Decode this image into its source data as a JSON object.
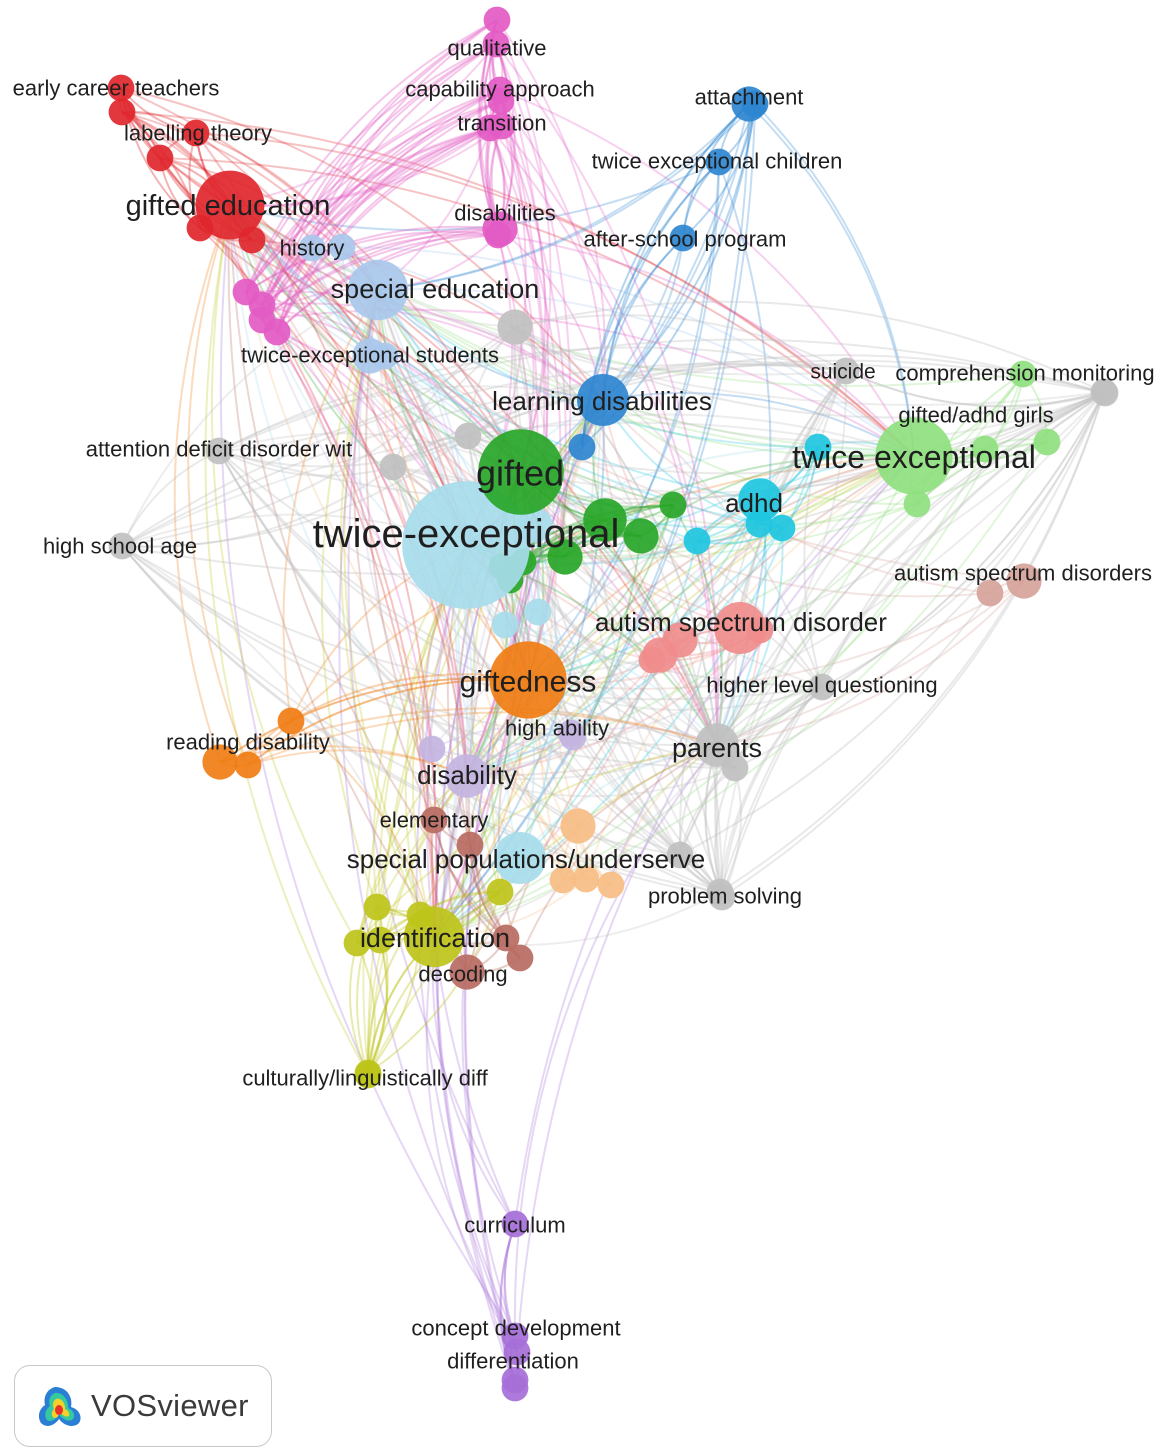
{
  "app": {
    "brand": "VOSviewer",
    "logo_icon": "vosviewer-logo-icon"
  },
  "clusters": {
    "red": "#e0262c",
    "pink": "#e35bc4",
    "blue": "#2e86d0",
    "lightblue": "#a9c8ec",
    "green": "#28a628",
    "lightgreen": "#8fe07f",
    "cyan": "#1ec6e0",
    "skyblue": "#a7dcec",
    "salmon": "#f08c8c",
    "orange": "#f07d14",
    "peach": "#f7bd84",
    "olive": "#bec41a",
    "lavender": "#c3b4e0",
    "brown": "#b86b62",
    "purple": "#a66fd8",
    "gray": "#c0c0c0",
    "rosybrown": "#d6a39a"
  },
  "nodes": [
    {
      "id": "early career teachers",
      "label": "early career teachers",
      "cluster": "red",
      "weight": 2
    },
    {
      "id": "labelling theory",
      "label": "labelling theory",
      "cluster": "red",
      "weight": 2
    },
    {
      "id": "gifted education",
      "label": "gifted education",
      "cluster": "red",
      "weight": 7
    },
    {
      "id": "history",
      "label": "history",
      "cluster": "lightblue",
      "weight": 2
    },
    {
      "id": "special education",
      "label": "special education",
      "cluster": "lightblue",
      "weight": 6
    },
    {
      "id": "twice-exceptional students",
      "label": "twice-exceptional students",
      "cluster": "lightblue",
      "weight": 3
    },
    {
      "id": "qualitative",
      "label": "qualitative",
      "cluster": "pink",
      "weight": 2
    },
    {
      "id": "capability approach",
      "label": "capability approach",
      "cluster": "pink",
      "weight": 2
    },
    {
      "id": "transition",
      "label": "transition",
      "cluster": "pink",
      "weight": 2
    },
    {
      "id": "disabilities",
      "label": "disabilities",
      "cluster": "pink",
      "weight": 3
    },
    {
      "id": "attachment",
      "label": "attachment",
      "cluster": "blue",
      "weight": 3
    },
    {
      "id": "twice exceptional children",
      "label": "twice exceptional children",
      "cluster": "blue",
      "weight": 2
    },
    {
      "id": "after-school program",
      "label": "after-school program",
      "cluster": "blue",
      "weight": 2
    },
    {
      "id": "learning disabilities",
      "label": "learning disabilities",
      "cluster": "blue",
      "weight": 5
    },
    {
      "id": "gifted",
      "label": "gifted",
      "cluster": "green",
      "weight": 9
    },
    {
      "id": "twice-exceptional",
      "label": "twice-exceptional",
      "cluster": "skyblue",
      "weight": 14
    },
    {
      "id": "twice exceptional",
      "label": "twice exceptional",
      "cluster": "lightgreen",
      "weight": 8
    },
    {
      "id": "suicide",
      "label": "suicide",
      "cluster": "gray",
      "weight": 2
    },
    {
      "id": "comprehension monitoring",
      "label": "comprehension monitoring",
      "cluster": "gray",
      "weight": 2
    },
    {
      "id": "gifted/adhd girls",
      "label": "gifted/adhd girls",
      "cluster": "lightgreen",
      "weight": 2
    },
    {
      "id": "adhd",
      "label": "adhd",
      "cluster": "cyan",
      "weight": 4
    },
    {
      "id": "attention deficit disorder wit",
      "label": "attention deficit disorder wit",
      "cluster": "gray",
      "weight": 2
    },
    {
      "id": "high school age",
      "label": "high school age",
      "cluster": "gray",
      "weight": 2
    },
    {
      "id": "autism spectrum disorders",
      "label": "autism spectrum disorders",
      "cluster": "rosybrown",
      "weight": 3
    },
    {
      "id": "autism spectrum disorder",
      "label": "autism spectrum disorder",
      "cluster": "salmon",
      "weight": 5
    },
    {
      "id": "giftedness",
      "label": "giftedness",
      "cluster": "orange",
      "weight": 8
    },
    {
      "id": "higher level questioning",
      "label": "higher level questioning",
      "cluster": "gray",
      "weight": 2
    },
    {
      "id": "high ability",
      "label": "high ability",
      "cluster": "lavender",
      "weight": 2
    },
    {
      "id": "parents",
      "label": "parents",
      "cluster": "gray",
      "weight": 4
    },
    {
      "id": "reading disability",
      "label": "reading disability",
      "cluster": "orange",
      "weight": 3
    },
    {
      "id": "disability",
      "label": "disability",
      "cluster": "lavender",
      "weight": 4
    },
    {
      "id": "elementary",
      "label": "elementary",
      "cluster": "brown",
      "weight": 2
    },
    {
      "id": "special populations/underserve",
      "label": "special populations/underserve",
      "cluster": "skyblue",
      "weight": 5
    },
    {
      "id": "problem solving",
      "label": "problem solving",
      "cluster": "gray",
      "weight": 2
    },
    {
      "id": "identification",
      "label": "identification",
      "cluster": "olive",
      "weight": 6
    },
    {
      "id": "decoding",
      "label": "decoding",
      "cluster": "brown",
      "weight": 3
    },
    {
      "id": "culturally/linguistically diff",
      "label": "culturally/linguistically diff",
      "cluster": "olive",
      "weight": 2
    },
    {
      "id": "curriculum",
      "label": "curriculum",
      "cluster": "purple",
      "weight": 2
    },
    {
      "id": "concept development",
      "label": "concept development",
      "cluster": "purple",
      "weight": 2
    },
    {
      "id": "differentiation",
      "label": "differentiation",
      "cluster": "purple",
      "weight": 2
    }
  ],
  "minor_nodes": [
    {
      "cluster": "red",
      "weight": 2
    },
    {
      "cluster": "red",
      "weight": 2
    },
    {
      "cluster": "red",
      "weight": 2
    },
    {
      "cluster": "red",
      "weight": 2
    },
    {
      "cluster": "pink",
      "weight": 2
    },
    {
      "cluster": "pink",
      "weight": 2
    },
    {
      "cluster": "pink",
      "weight": 2
    },
    {
      "cluster": "pink",
      "weight": 2
    },
    {
      "cluster": "pink",
      "weight": 2
    },
    {
      "cluster": "pink",
      "weight": 2
    },
    {
      "cluster": "pink",
      "weight": 2
    },
    {
      "cluster": "pink",
      "weight": 2
    },
    {
      "cluster": "lightblue",
      "weight": 2
    },
    {
      "cluster": "lightblue",
      "weight": 2
    },
    {
      "cluster": "blue",
      "weight": 2
    },
    {
      "cluster": "blue",
      "weight": 2
    },
    {
      "cluster": "gray",
      "weight": 3
    },
    {
      "cluster": "gray",
      "weight": 2
    },
    {
      "cluster": "gray",
      "weight": 2
    },
    {
      "cluster": "gray",
      "weight": 2
    },
    {
      "cluster": "gray",
      "weight": 2
    },
    {
      "cluster": "gray",
      "weight": 2
    },
    {
      "cluster": "gray",
      "weight": 2
    },
    {
      "cluster": "green",
      "weight": 4
    },
    {
      "cluster": "green",
      "weight": 3
    },
    {
      "cluster": "green",
      "weight": 2
    },
    {
      "cluster": "green",
      "weight": 3
    },
    {
      "cluster": "green",
      "weight": 2
    },
    {
      "cluster": "green",
      "weight": 2
    },
    {
      "cluster": "green",
      "weight": 2
    },
    {
      "cluster": "lightgreen",
      "weight": 2
    },
    {
      "cluster": "lightgreen",
      "weight": 2
    },
    {
      "cluster": "lightgreen",
      "weight": 2
    },
    {
      "cluster": "cyan",
      "weight": 2
    },
    {
      "cluster": "cyan",
      "weight": 2
    },
    {
      "cluster": "cyan",
      "weight": 2
    },
    {
      "cluster": "cyan",
      "weight": 2
    },
    {
      "cluster": "salmon",
      "weight": 3
    },
    {
      "cluster": "salmon",
      "weight": 3
    },
    {
      "cluster": "salmon",
      "weight": 2
    },
    {
      "cluster": "salmon",
      "weight": 2
    },
    {
      "cluster": "rosybrown",
      "weight": 2
    },
    {
      "cluster": "olive",
      "weight": 2
    },
    {
      "cluster": "olive",
      "weight": 2
    },
    {
      "cluster": "olive",
      "weight": 2
    },
    {
      "cluster": "olive",
      "weight": 2
    },
    {
      "cluster": "olive",
      "weight": 2
    },
    {
      "cluster": "olive",
      "weight": 2
    },
    {
      "cluster": "orange",
      "weight": 2
    },
    {
      "cluster": "orange",
      "weight": 2
    },
    {
      "cluster": "peach",
      "weight": 3
    },
    {
      "cluster": "peach",
      "weight": 2
    },
    {
      "cluster": "peach",
      "weight": 2
    },
    {
      "cluster": "peach",
      "weight": 2
    },
    {
      "cluster": "skyblue",
      "weight": 3
    },
    {
      "cluster": "skyblue",
      "weight": 2
    },
    {
      "cluster": "skyblue",
      "weight": 2
    },
    {
      "cluster": "lavender",
      "weight": 2
    },
    {
      "cluster": "lavender",
      "weight": 2
    },
    {
      "cluster": "brown",
      "weight": 2
    },
    {
      "cluster": "brown",
      "weight": 2
    },
    {
      "cluster": "brown",
      "weight": 2
    },
    {
      "cluster": "purple",
      "weight": 2
    },
    {
      "cluster": "purple",
      "weight": 2
    }
  ]
}
